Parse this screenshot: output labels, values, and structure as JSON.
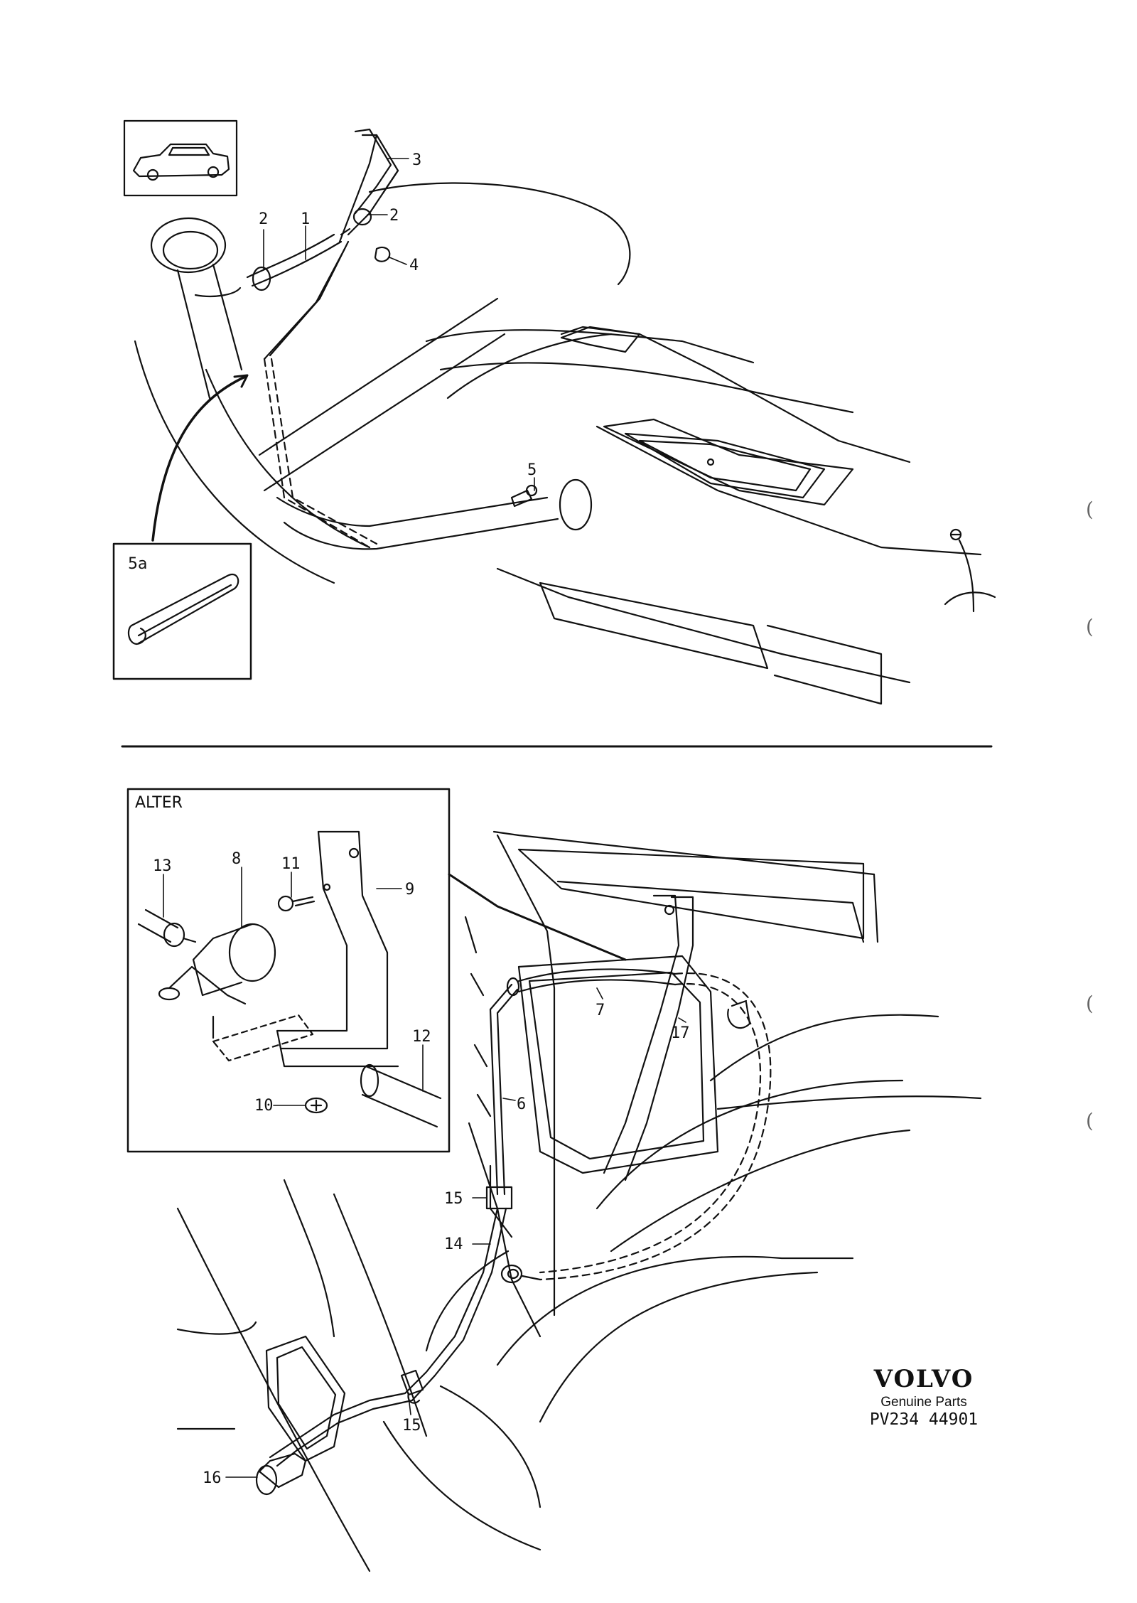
{
  "top_figure": {
    "inset_5a_label": "5a",
    "callouts": {
      "c1": "1",
      "c2a": "2",
      "c2b": "2",
      "c3": "3",
      "c4": "4",
      "c5": "5"
    }
  },
  "bottom_figure": {
    "alter_label": "ALTER",
    "callouts": {
      "c6": "6",
      "c7": "7",
      "c8": "8",
      "c9": "9",
      "c10": "10",
      "c11": "11",
      "c12": "12",
      "c13": "13",
      "c14": "14",
      "c15a": "15",
      "c15b": "15",
      "c16": "16",
      "c17": "17"
    }
  },
  "branding": {
    "logo": "VOLVO",
    "tagline": "Genuine Parts",
    "code": "PV234 44901"
  }
}
